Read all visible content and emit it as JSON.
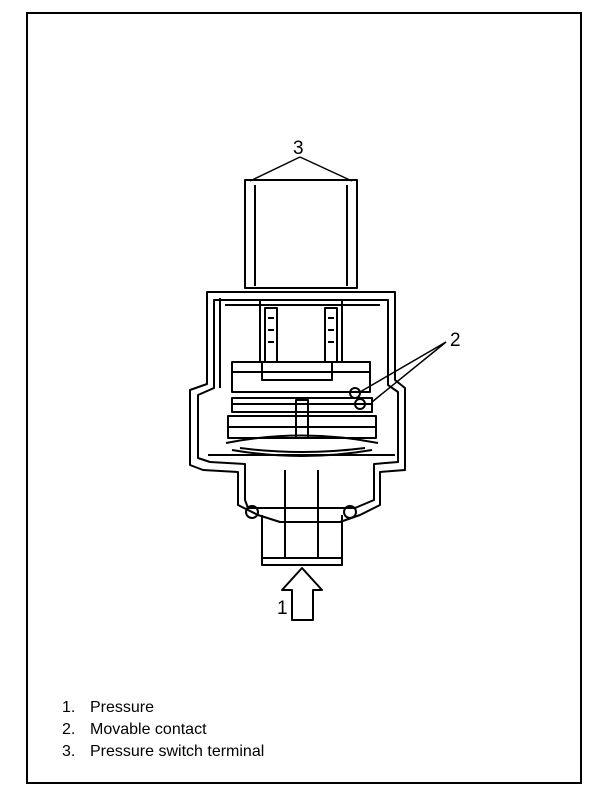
{
  "callouts": {
    "pressure": "1",
    "movable_contact": "2",
    "terminal": "3"
  },
  "legend": [
    {
      "num": "1.",
      "text": "Pressure"
    },
    {
      "num": "2.",
      "text": "Movable contact"
    },
    {
      "num": "3.",
      "text": "Pressure switch terminal"
    }
  ]
}
